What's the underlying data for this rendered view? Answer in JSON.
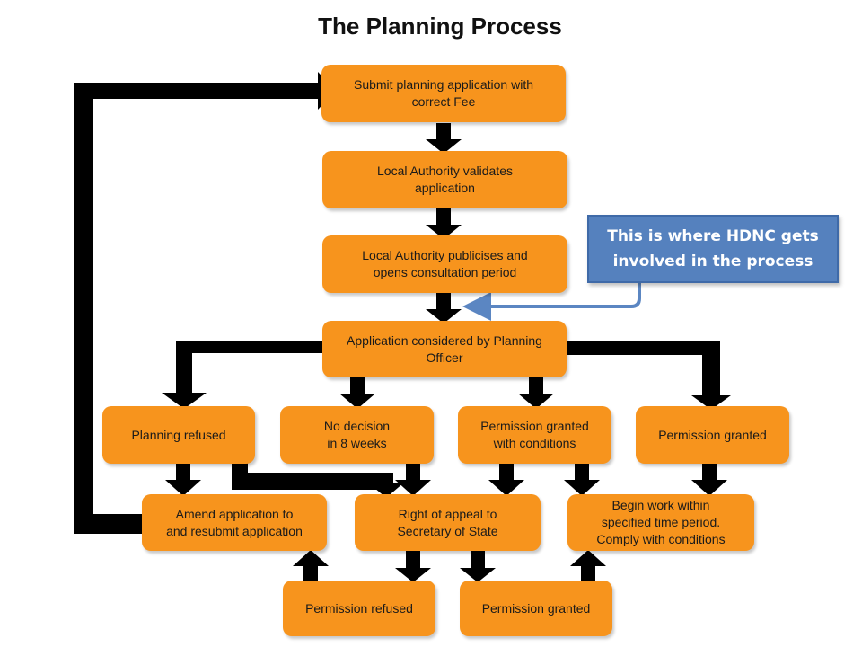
{
  "diagram": {
    "title": "The Planning Process",
    "colors": {
      "node_fill": "#f7941d",
      "arrow": "#000000",
      "callout_fill": "#5581be",
      "callout_connector": "#5b86c2"
    },
    "nodes": {
      "submit": "Submit planning  application with\ncorrect Fee",
      "validate": "Local Authority validates\napplication",
      "publicise": "Local Authority publicises and\nopens consultation period",
      "considered": "Application considered by Planning\nOfficer",
      "refused": "Planning refused",
      "no_decision": "No decision\nin 8 weeks",
      "granted_conditions": "Permission granted\nwith conditions",
      "granted": "Permission granted",
      "amend": "Amend application to\nand resubmit application",
      "appeal": "Right of appeal to\nSecretary of State",
      "begin_work": "Begin work within\nspecified time period.\nComply with conditions",
      "appeal_refused": "Permission refused",
      "appeal_granted": "Permission granted"
    },
    "callout": {
      "text": "This is where HDNC gets\ninvolved in the process"
    }
  }
}
